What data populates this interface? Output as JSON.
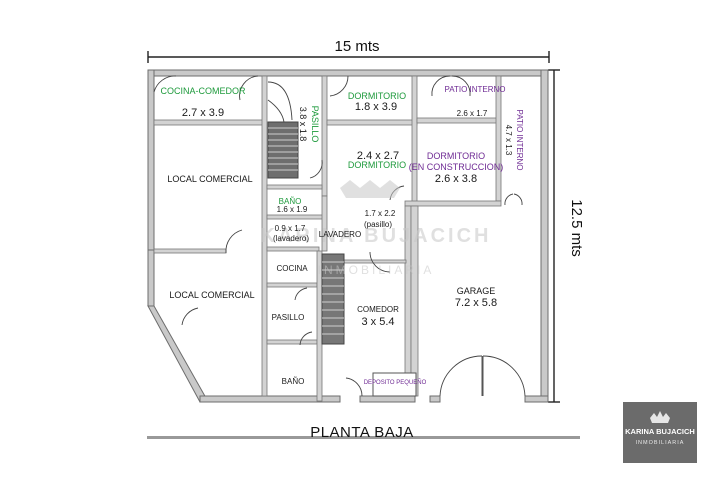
{
  "dimensions": {
    "width": "15 mts",
    "height": "12.5 mts"
  },
  "plan_title": "PLANTA BAJA",
  "rooms": {
    "cocina_comedor": {
      "name": "COCINA-COMEDOR",
      "size": "2.7 x 3.9"
    },
    "pasillo_top": {
      "name": "PASILLO",
      "size": "3.8 x 1.8"
    },
    "dormitorio_1": {
      "name": "DORMITORIO",
      "size": "1.8 x 3.9"
    },
    "patio_interno_1": {
      "name": "PATIO INTERNO",
      "size": "2.6 x 1.7"
    },
    "patio_interno_2": {
      "name": "PATIO INTERNO",
      "size": "4.7 x 1.3"
    },
    "dormitorio_2": {
      "name": "DORMITORIO",
      "size": "2.4 x 2.7"
    },
    "dormitorio_3": {
      "name": "DORMITORIO",
      "note": "(EN CONSTRUCCION)",
      "size": "2.6 x 3.8"
    },
    "local_1": {
      "name": "LOCAL COMERCIAL"
    },
    "local_2": {
      "name": "LOCAL COMERCIAL"
    },
    "bano_1": {
      "name": "BAÑO",
      "size": "1.6 x 1.9"
    },
    "lavadero": {
      "name": "LAVADERO",
      "size": "0.9 x 1.7",
      "note": "(lavadero)"
    },
    "pasillo_small": {
      "size": "1.7 x 2.2",
      "note": "(pasillo)"
    },
    "cocina": {
      "name": "COCINA"
    },
    "pasillo_2": {
      "name": "PASILLO"
    },
    "bano_2": {
      "name": "BAÑO"
    },
    "comedor": {
      "name": "COMEDOR",
      "size": "3 x 5.4"
    },
    "deposito": {
      "name": "DEPOSITO PEQUEÑO"
    },
    "garage": {
      "name": "GARAGE",
      "size": "7.2 x 5.8"
    }
  },
  "watermark": {
    "name": "KARINA BUJACICH",
    "sub": "INMOBILIARIA"
  },
  "logo": {
    "name": "KARINA BUJACICH",
    "sub": "INMOBILIARIA"
  },
  "colors": {
    "green_label": "#1e9a3c",
    "purple_label": "#6f2b94",
    "logo_bg": "#6b6b6b"
  }
}
